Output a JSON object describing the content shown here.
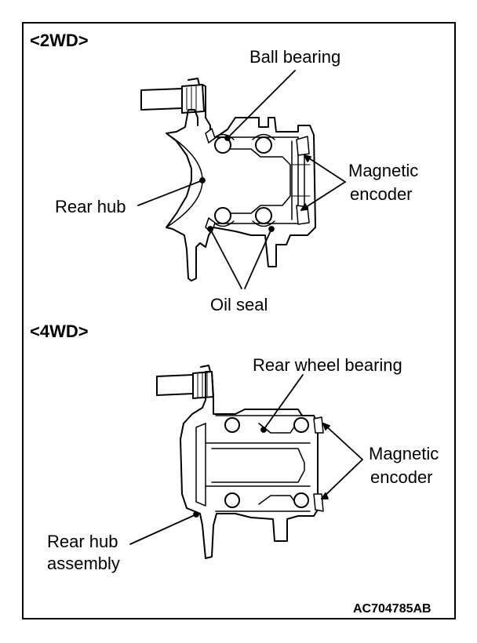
{
  "sections": {
    "two_wd": {
      "heading": "<2WD>",
      "labels": {
        "ball_bearing": "Ball bearing",
        "magnetic_encoder_line1": "Magnetic",
        "magnetic_encoder_line2": "encoder",
        "rear_hub": "Rear hub",
        "oil_seal": "Oil seal"
      }
    },
    "four_wd": {
      "heading": "<4WD>",
      "labels": {
        "rear_wheel_bearing": "Rear wheel bearing",
        "magnetic_encoder_line1": "Magnetic",
        "magnetic_encoder_line2": "encoder",
        "rear_hub_assembly_line1": "Rear hub",
        "rear_hub_assembly_line2": "assembly"
      }
    }
  },
  "figure_code": "AC704785AB"
}
